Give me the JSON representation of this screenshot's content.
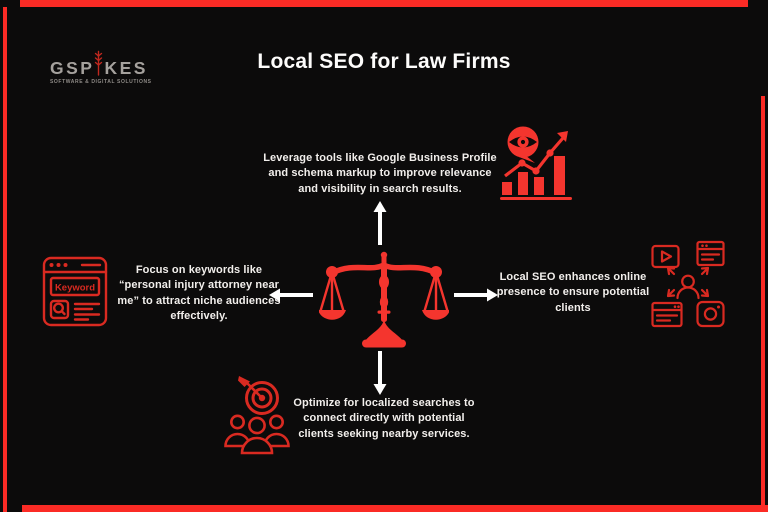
{
  "header": {
    "logo": {
      "part1": "GSP",
      "part2": "KES",
      "tagline": "SOFTWARE & DIGITAL SOLUTIONS"
    },
    "title": "Local SEO for Law Firms"
  },
  "diagram": {
    "center_icon": "scales-of-justice",
    "nodes": {
      "top": {
        "icon": "analytics-visibility-chart",
        "text": "Leverage tools like Google Business Profile and schema markup to improve relevance and visibility in search results."
      },
      "left": {
        "icon": "keyword-search-browser",
        "icon_label": "Keyword",
        "text": "Focus on keywords like “personal injury attorney near me” to attract niche audiences effectively."
      },
      "right": {
        "icon": "online-presence-channels",
        "text": "Local SEO enhances online presence to ensure potential clients"
      },
      "bottom": {
        "icon": "local-target-audience",
        "text": "Optimize for localized searches to connect directly with potential clients seeking nearby services."
      }
    }
  },
  "colors": {
    "frame_red": "#fb2b25",
    "outline_icon_red": "#d92a21",
    "solid_icon_red": "#f4352e",
    "text_white": "#f2efec",
    "logo_gray": "#a5a19d",
    "background": "#0c0b0b"
  }
}
